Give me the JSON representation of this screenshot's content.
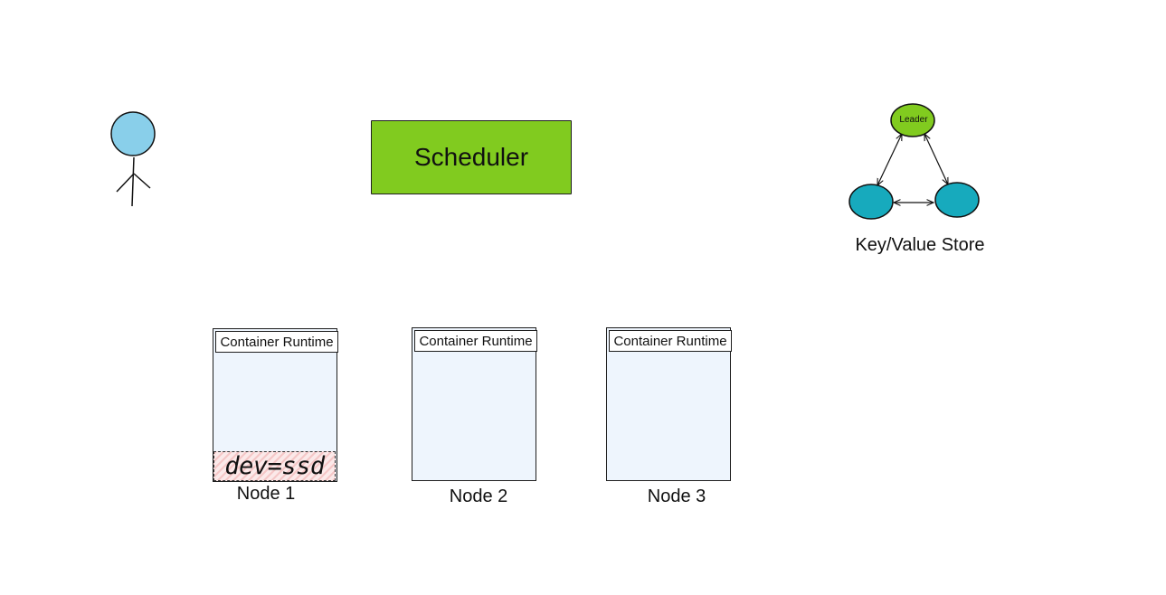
{
  "scheduler": {
    "label": "Scheduler"
  },
  "kv_store": {
    "leader_label": "Leader",
    "label": "Key/Value Store"
  },
  "nodes": [
    {
      "runtime_label": "Container Runtime",
      "label": "Node 1",
      "node_label": "dev=ssd"
    },
    {
      "runtime_label": "Container Runtime",
      "label": "Node 2"
    },
    {
      "runtime_label": "Container Runtime",
      "label": "Node 3"
    }
  ],
  "colors": {
    "scheduler_fill": "#81cb1f",
    "leader_fill": "#81cb1f",
    "follower_fill": "#17aabd",
    "user_head_fill": "#89cfea",
    "node_fill": "#eef5fd",
    "node_label_hatch": "#f5c7c7"
  }
}
